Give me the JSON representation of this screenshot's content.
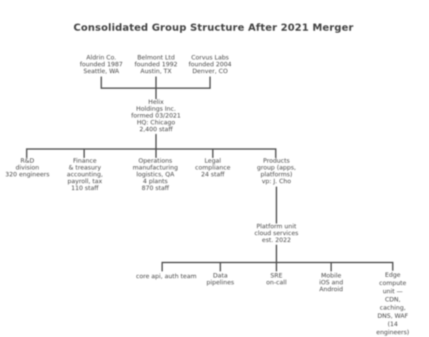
{
  "title": "Consolidated Group Structure After 2021 Merger",
  "colors": {
    "ink": "#454545",
    "background": "#ffffff"
  },
  "tree": {
    "sources": [
      {
        "label": "Aldrin Co.\nfounded 1987\nSeattle, WA"
      },
      {
        "label": "Belmont Ltd\nfounded 1992\nAustin, TX"
      },
      {
        "label": "Corvus Labs\nfounded 2004\nDenver, CO"
      }
    ],
    "holding": {
      "label": "Helix\nHoldings Inc.\nformed 03/2021\nHQ: Chicago\n2,400 staff"
    },
    "divisions": [
      {
        "label": "R&D\ndivision\n320 engineers"
      },
      {
        "label": "Finance\n& treasury\naccounting,\npayroll, tax\n110 staff"
      },
      {
        "label": "Operations\nmanufacturing\nlogistics, QA\n4 plants\n870 staff"
      },
      {
        "label": "Legal\ncompliance\n24 staff"
      },
      {
        "label": "Products\ngroup (apps,\nplatforms)\nvp: J. Cho"
      }
    ],
    "subsidiary": {
      "label": "Platform unit\ncloud services\nest. 2022"
    },
    "teams": [
      {
        "label": "core api, auth team"
      },
      {
        "label": "Data\npipelines"
      },
      {
        "label": "SRE\non-call"
      },
      {
        "label": "Mobile\niOS and\nAndroid"
      },
      {
        "label": "Edge\ncompute\nunit —\nCDN,\ncaching,\nDNS, WAF\n(14 engineers)"
      }
    ]
  }
}
